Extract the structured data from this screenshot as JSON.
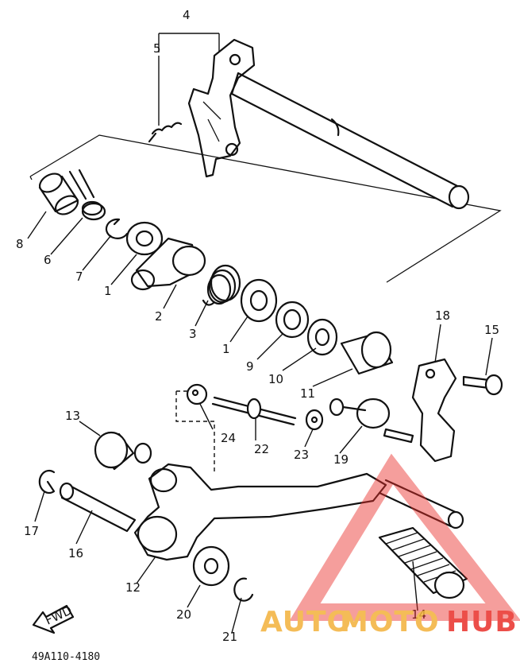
{
  "diagram": {
    "part_code": "49A110-4180",
    "fwd_label": "FWD",
    "watermark": {
      "part1": "AUTO",
      "part2": "MOTO",
      "part3": "HUB"
    },
    "labels": [
      {
        "id": "4",
        "text": "4"
      },
      {
        "id": "5",
        "text": "5"
      },
      {
        "id": "8",
        "text": "8"
      },
      {
        "id": "6",
        "text": "6"
      },
      {
        "id": "7",
        "text": "7"
      },
      {
        "id": "1a",
        "text": "1"
      },
      {
        "id": "2",
        "text": "2"
      },
      {
        "id": "3",
        "text": "3"
      },
      {
        "id": "1b",
        "text": "1"
      },
      {
        "id": "9",
        "text": "9"
      },
      {
        "id": "10",
        "text": "10"
      },
      {
        "id": "11",
        "text": "11"
      },
      {
        "id": "18",
        "text": "18"
      },
      {
        "id": "15",
        "text": "15"
      },
      {
        "id": "13",
        "text": "13"
      },
      {
        "id": "24",
        "text": "24"
      },
      {
        "id": "22",
        "text": "22"
      },
      {
        "id": "23",
        "text": "23"
      },
      {
        "id": "19",
        "text": "19"
      },
      {
        "id": "17",
        "text": "17"
      },
      {
        "id": "16",
        "text": "16"
      },
      {
        "id": "12",
        "text": "12"
      },
      {
        "id": "20",
        "text": "20"
      },
      {
        "id": "21",
        "text": "21"
      },
      {
        "id": "14",
        "text": "14"
      }
    ]
  }
}
